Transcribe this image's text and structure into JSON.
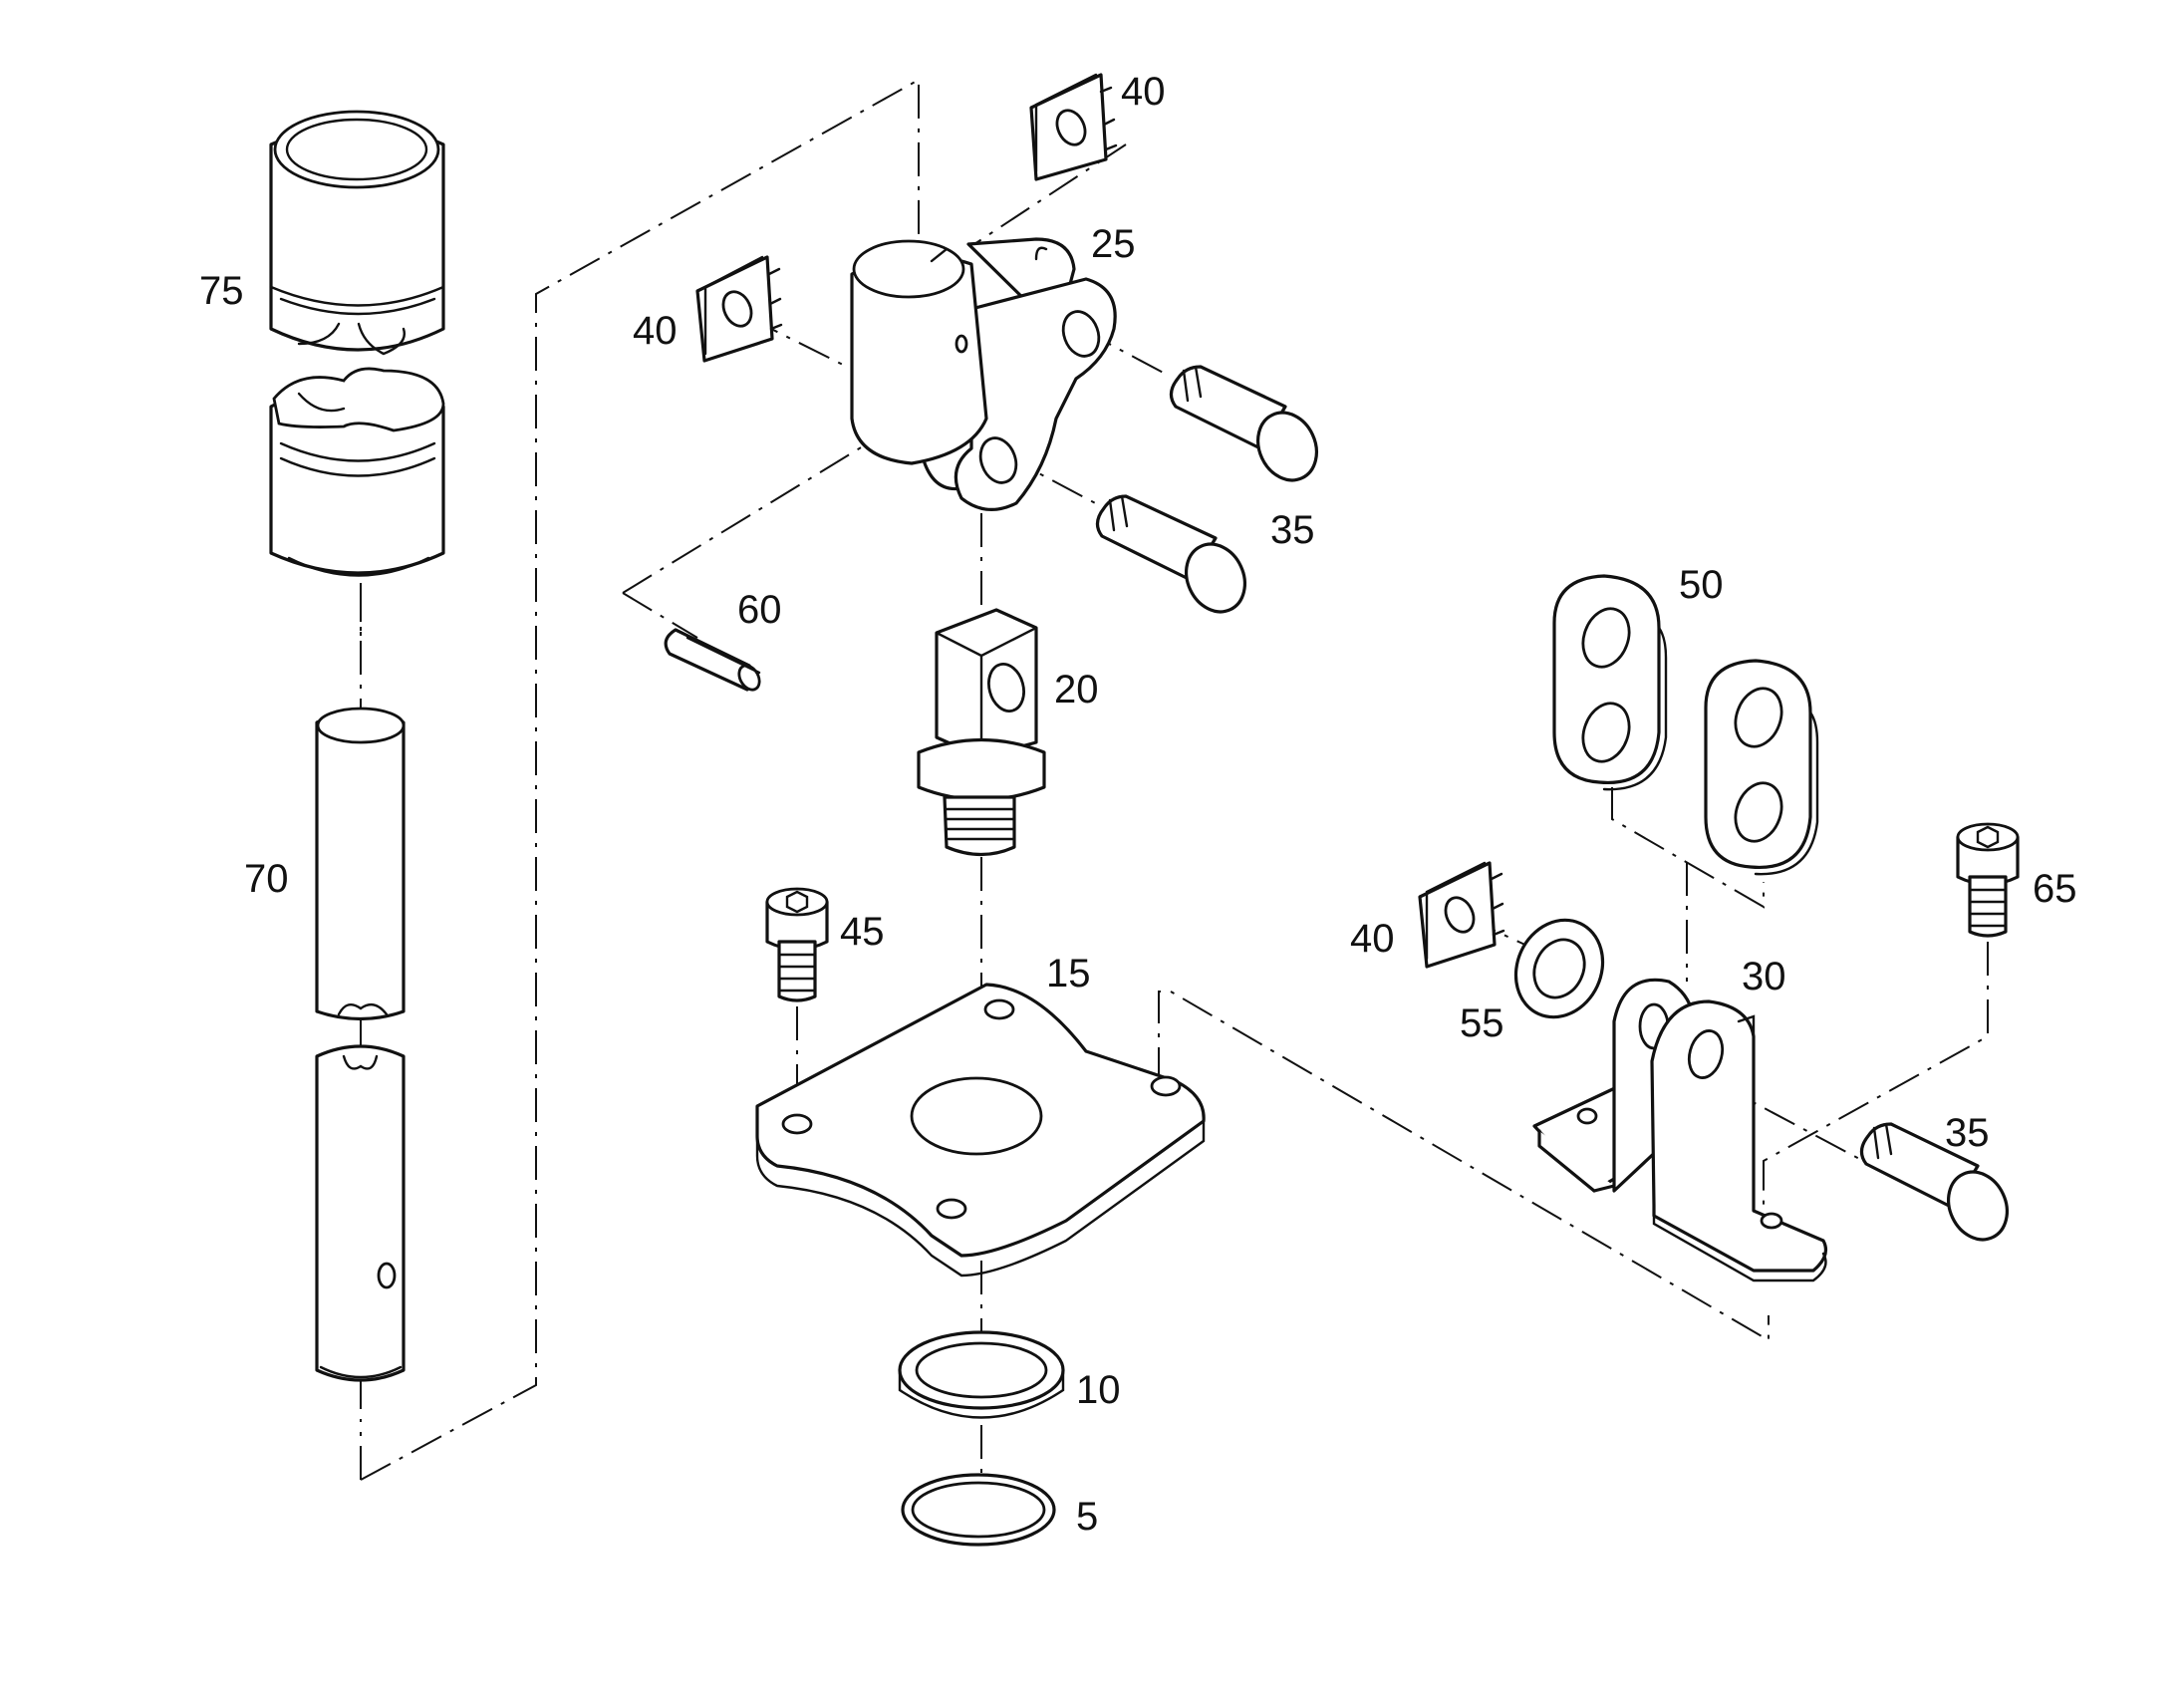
{
  "callouts": {
    "c75": "75",
    "c70": "70",
    "c60": "60",
    "c40a": "40",
    "c40b": "40",
    "c40c": "40",
    "c25": "25",
    "c35a": "35",
    "c35b": "35",
    "c20": "20",
    "c45": "45",
    "c15": "15",
    "c10": "10",
    "c5": "5",
    "c50": "50",
    "c65": "65",
    "c55": "55",
    "c30": "30"
  }
}
